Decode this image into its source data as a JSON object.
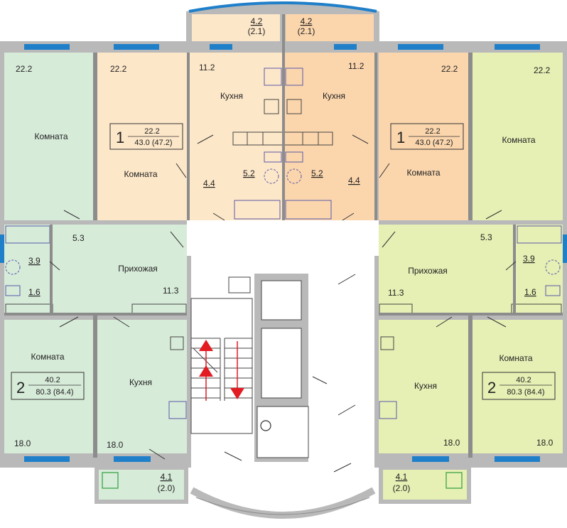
{
  "colors": {
    "wall": "#b9b9b9",
    "wall_dark": "#8c8c8c",
    "window": "#1f7fc9",
    "green_apt": "#d7ebd9",
    "cream_apt": "#fde7c9",
    "orange_apt": "#fbd6ad",
    "lime_apt": "#e6efb4",
    "stair_arrow": "#e31b23"
  },
  "labels": {
    "room": "Комната",
    "kitchen": "Кухня",
    "hall": "Прихожая"
  },
  "areas": {
    "balcony_top_left": "4.2",
    "balcony_top_left_sub": "(2.1)",
    "balcony_top_right": "4.2",
    "balcony_top_right_sub": "(2.1)",
    "far_left_room_top": "22.2",
    "left_room_top": "22.2",
    "left_kitchen": "11.2",
    "right_kitchen": "11.2",
    "right_room_top": "22.2",
    "far_right_room_top": "22.2",
    "left_hall_small": "4.4",
    "left_bath": "5.2",
    "right_bath": "5.2",
    "right_hall_small": "4.4",
    "left_corridor": "5.3",
    "right_corridor": "5.3",
    "left_bathroom": "3.9",
    "right_bathroom": "3.9",
    "left_wc": "1.6",
    "right_wc": "1.6",
    "left_hall": "11.3",
    "right_hall": "11.3",
    "left_room_bottom": "18.0",
    "left_kitchen_bottom": "18.0",
    "right_kitchen_bottom": "18.0",
    "right_room_bottom": "18.0",
    "balcony_bottom_left": "4.1",
    "balcony_bottom_left_sub": "(2.0)",
    "balcony_bottom_right": "4.1",
    "balcony_bottom_right_sub": "(2.0)"
  },
  "apartments": [
    {
      "rooms": "1",
      "living": "22.2",
      "total": "43.0 (47.2)"
    },
    {
      "rooms": "1",
      "living": "22.2",
      "total": "43.0 (47.2)"
    },
    {
      "rooms": "2",
      "living": "40.2",
      "total": "80.3 (84.4)"
    },
    {
      "rooms": "2",
      "living": "40.2",
      "total": "80.3 (84.4)"
    }
  ]
}
